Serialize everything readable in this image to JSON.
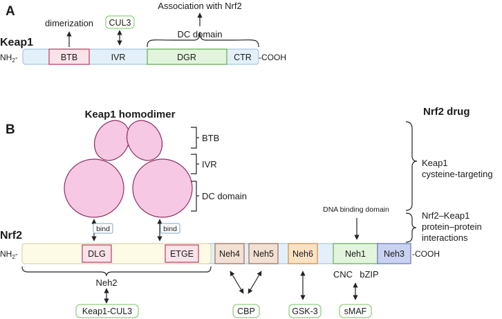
{
  "panel_a": {
    "letter": "A",
    "protein": "Keap1",
    "n_term": "NH",
    "n_term_sub": "2",
    "c_term": "-COOH",
    "domains": {
      "btb": "BTB",
      "ivr": "IVR",
      "dgr": "DGR",
      "ctr": "CTR"
    },
    "dc_domain": "DC domain",
    "dimerization": "dimerization",
    "cul3": "CUL3",
    "association": "Association with Nrf2"
  },
  "panel_b": {
    "letter": "B",
    "homodimer_title": "Keap1 homodimer",
    "homodimer_labels": {
      "btb": "BTB",
      "ivr": "IVR",
      "dc": "DC domain"
    },
    "drug_title": "Nrf2 drug",
    "drug_labels": {
      "cys_line1": "Keap1",
      "cys_line2": "cysteine-targeting",
      "ppi_line1": "Nrf2–Keap1",
      "ppi_line2": "protein–protein",
      "ppi_line3": "interactions"
    },
    "protein": "Nrf2",
    "n_term": "NH",
    "n_term_sub": "2",
    "c_term": "-COOH",
    "motifs": {
      "dlg": "DLG",
      "etge": "ETGE"
    },
    "bind": "bind",
    "domains": {
      "neh4": "Neh4",
      "neh5": "Neh5",
      "neh6": "Neh6",
      "neh1": "Neh1",
      "neh3": "Neh3"
    },
    "neh2": "Neh2",
    "cnc": "CNC",
    "bzip": "bZIP",
    "dna_binding": "DNA binding domain",
    "partners": {
      "keap1_cul3": "Keap1-CUL3",
      "cbp": "CBP",
      "gsk3": "GSK-3",
      "smaf": "sMAF"
    }
  },
  "colors": {
    "bar": "#e3f0fa",
    "bar_stroke": "#a9c6dd",
    "btb": "#fbe3ea",
    "btb_stroke": "#c2476b",
    "dgr": "#e2f4dc",
    "dgr_stroke": "#6db25a",
    "neh2_region": "#fdfbe6",
    "neh4": "#f2e0d3",
    "neh4_stroke": "#9a6e55",
    "neh6": "#fde2c4",
    "neh6_stroke": "#d48a3b",
    "neh3": "#c9d2f0",
    "neh3_stroke": "#6a78b8",
    "lobe": "#f7c8e3",
    "lobe_stroke": "#8b2e5e",
    "label_box_stroke": "#8fd17e",
    "bind_stroke": "#7aa7cc"
  },
  "icons": {
    "arrow": "arrow-icon",
    "double_arrow": "double-arrow-icon",
    "brace": "brace-icon"
  }
}
